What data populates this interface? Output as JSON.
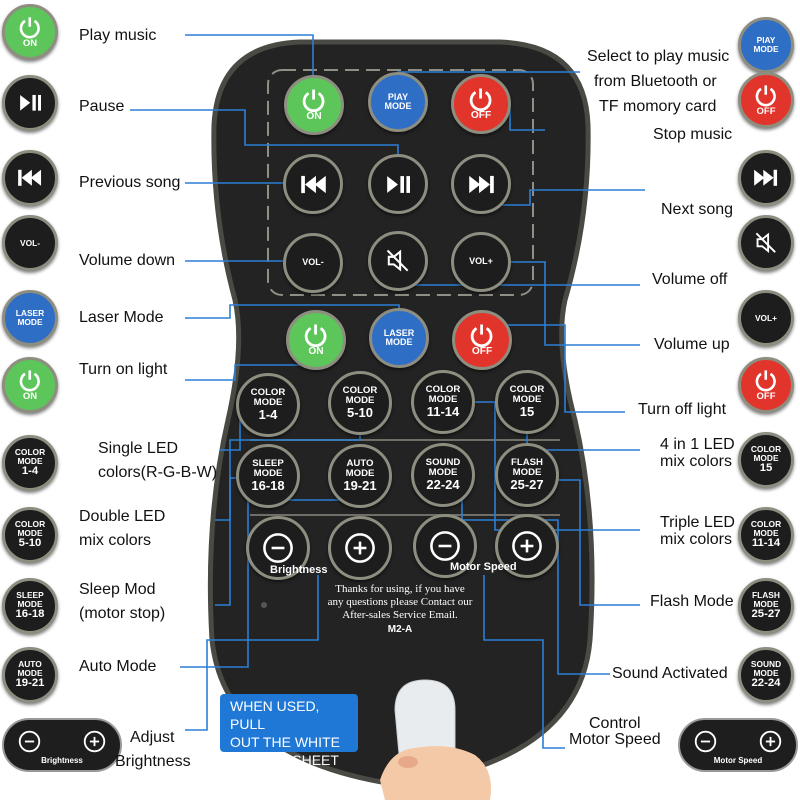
{
  "colors": {
    "green": "#5dc65a",
    "blue": "#2f6ec5",
    "red": "#e1352c",
    "dark": "#1d1d1d",
    "line": "#2b7fd6"
  },
  "remote": {
    "buttons": [
      {
        "type": "power",
        "color": "green",
        "lines": [
          "ON"
        ]
      },
      {
        "type": "text",
        "color": "blue",
        "lines": [
          "PlAY",
          "MODE"
        ]
      },
      {
        "type": "power",
        "color": "red",
        "lines": [
          "OFF"
        ]
      },
      {
        "type": "prev",
        "color": "dark",
        "lines": []
      },
      {
        "type": "playpause",
        "color": "dark",
        "lines": []
      },
      {
        "type": "next",
        "color": "dark",
        "lines": []
      },
      {
        "type": "text",
        "color": "dark",
        "lines": [
          "VOL-"
        ]
      },
      {
        "type": "mute",
        "color": "dark",
        "lines": []
      },
      {
        "type": "text",
        "color": "dark",
        "lines": [
          "VOL+"
        ]
      },
      {
        "type": "power",
        "color": "green",
        "lines": [
          "ON"
        ]
      },
      {
        "type": "text",
        "color": "blue",
        "lines": [
          "LASER",
          "MODE"
        ]
      },
      {
        "type": "power",
        "color": "red",
        "lines": [
          "OFF"
        ]
      },
      {
        "type": "text",
        "color": "dark",
        "lines": [
          "COLOR",
          "MODE",
          "1-4"
        ]
      },
      {
        "type": "text",
        "color": "dark",
        "lines": [
          "COLOR",
          "MODE",
          "5-10"
        ]
      },
      {
        "type": "text",
        "color": "dark",
        "lines": [
          "COLOR",
          "MODE",
          "11-14"
        ]
      },
      {
        "type": "text",
        "color": "dark",
        "lines": [
          "COLOR",
          "MODE",
          "15"
        ]
      },
      {
        "type": "text",
        "color": "dark",
        "lines": [
          "SLEEP",
          "MODE",
          "16-18"
        ]
      },
      {
        "type": "text",
        "color": "dark",
        "lines": [
          "AUTO",
          "MODE",
          "19-21"
        ]
      },
      {
        "type": "text",
        "color": "dark",
        "lines": [
          "SOUND",
          "MODE",
          "22-24"
        ]
      },
      {
        "type": "text",
        "color": "dark",
        "lines": [
          "FLASH",
          "MODE",
          "25-27"
        ]
      },
      {
        "type": "minus",
        "color": "dark",
        "lines": []
      },
      {
        "type": "plus",
        "color": "dark",
        "lines": []
      },
      {
        "type": "minus",
        "color": "dark",
        "lines": []
      },
      {
        "type": "plus",
        "color": "dark",
        "lines": []
      }
    ],
    "brightness_label": "Brightness",
    "motor_speed_label": "Motor Speed",
    "message": [
      "Thanks for using, if you have",
      "any questions please Contact our",
      "After-sales Service Email."
    ],
    "model": "M2-A"
  },
  "left_callouts": [
    {
      "label": [
        "Play music"
      ],
      "icon": {
        "type": "power",
        "color": "green",
        "lines": [
          "ON"
        ]
      }
    },
    {
      "label": [
        "Pause"
      ],
      "icon": {
        "type": "playpause",
        "color": "dark",
        "lines": []
      }
    },
    {
      "label": [
        "Previous song"
      ],
      "icon": {
        "type": "prev",
        "color": "dark",
        "lines": []
      }
    },
    {
      "label": [
        "Volume down"
      ],
      "icon": {
        "type": "text",
        "color": "dark",
        "lines": [
          "VOL-"
        ]
      }
    },
    {
      "label": [
        "Laser Mode"
      ],
      "icon": {
        "type": "text",
        "color": "blue",
        "lines": [
          "LASER",
          "MODE"
        ]
      }
    },
    {
      "label": [
        "Turn on light"
      ],
      "icon": {
        "type": "power",
        "color": "green",
        "lines": [
          "ON"
        ]
      }
    },
    {
      "label": [
        "Single LED",
        "colors(R-G-B-W)"
      ],
      "icon": {
        "type": "text",
        "color": "dark",
        "lines": [
          "COLOR",
          "MODE",
          "1-4"
        ]
      }
    },
    {
      "label": [
        "Double LED",
        "mix colors"
      ],
      "icon": {
        "type": "text",
        "color": "dark",
        "lines": [
          "COLOR",
          "MODE",
          "5-10"
        ]
      }
    },
    {
      "label": [
        "Sleep Mod",
        "(motor stop)"
      ],
      "icon": {
        "type": "text",
        "color": "dark",
        "lines": [
          "SLEEP",
          "MODE",
          "16-18"
        ]
      }
    },
    {
      "label": [
        "Auto Mode"
      ],
      "icon": {
        "type": "text",
        "color": "dark",
        "lines": [
          "AUTO",
          "MODE",
          "19-21"
        ]
      }
    },
    {
      "label": [
        "Adjust",
        "Brightness"
      ],
      "icon": {
        "type": "pill",
        "color": "dark",
        "lines": [
          "Brightness"
        ]
      }
    }
  ],
  "right_callouts": [
    {
      "label": [
        "Select to play music",
        "from Bluetooth or",
        "TF momory card"
      ],
      "icon": {
        "type": "text",
        "color": "blue",
        "lines": [
          "PlAY",
          "MODE"
        ]
      }
    },
    {
      "label": [
        "Stop music"
      ],
      "icon": {
        "type": "power",
        "color": "red",
        "lines": [
          "OFF"
        ]
      }
    },
    {
      "label": [
        "Next song"
      ],
      "icon": {
        "type": "next",
        "color": "dark",
        "lines": []
      }
    },
    {
      "label": [
        "Volume off"
      ],
      "icon": {
        "type": "mute",
        "color": "dark",
        "lines": []
      }
    },
    {
      "label": [
        "Volume up"
      ],
      "icon": {
        "type": "text",
        "color": "dark",
        "lines": [
          "VOL+"
        ]
      }
    },
    {
      "label": [
        "Turn off light"
      ],
      "icon": {
        "type": "power",
        "color": "red",
        "lines": [
          "OFF"
        ]
      }
    },
    {
      "label": [
        "4 in 1 LED",
        "mix colors"
      ],
      "icon": {
        "type": "text",
        "color": "dark",
        "lines": [
          "COLOR",
          "MODE",
          "15"
        ]
      }
    },
    {
      "label": [
        "Triple LED",
        "mix colors"
      ],
      "icon": {
        "type": "text",
        "color": "dark",
        "lines": [
          "COLOR",
          "MODE",
          "11-14"
        ]
      }
    },
    {
      "label": [
        "Flash Mode"
      ],
      "icon": {
        "type": "text",
        "color": "dark",
        "lines": [
          "FLASH",
          "MODE",
          "25-27"
        ]
      }
    },
    {
      "label": [
        "Sound Activated"
      ],
      "icon": {
        "type": "text",
        "color": "dark",
        "lines": [
          "SOUND",
          "MODE",
          "22-24"
        ]
      }
    },
    {
      "label": [
        "Control",
        "Motor Speed"
      ],
      "icon": {
        "type": "pill",
        "color": "dark",
        "lines": [
          "Motor Speed"
        ]
      }
    }
  ],
  "notice": [
    "WHEN USED, PULL",
    "OUT THE WHITE",
    "PLASTIC SHEET"
  ]
}
